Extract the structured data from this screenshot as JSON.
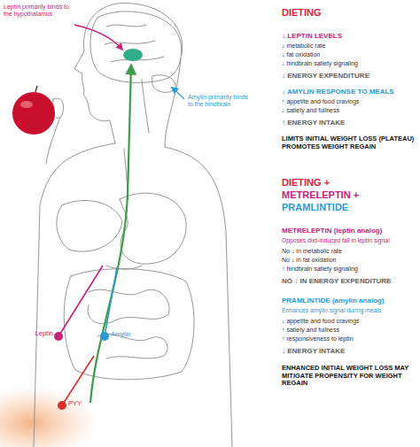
{
  "diagram": {
    "labels": [
      "Leptin primarily binds to the hypothalamus",
      "Amylin primarily binds to the hindbrain",
      "Leptin",
      "Amylin",
      "PYY",
      "DIETING",
      "↓ LEPTIN LEVELS",
      "↓ metabolic rate",
      "↓ fat oxidation",
      "↓ hindbrain satiety signaling",
      "↓ ENERGY EXPENDITURE",
      "↓ AMYLIN RESPONSE TO MEALS",
      "↑ appetite and food cravings",
      "↓ satiety and fullness",
      "↑ ENERGY INTAKE",
      "LIMITS INITIAL WEIGHT LOSS (PLATEAU) PROMOTES WEIGHT REGAIN",
      "DIETING +",
      "METRELEPTIN +",
      "PRAMLINTIDE",
      "METRELEPTIN (leptin analog)",
      "Opposes diet-induced fall in leptin signal",
      "No ↓ in metabolic rate",
      "No ↓ in fat oxidation",
      "↑ hindbrain satiety signaling",
      "NO ↓ IN ENERGY EXPENDITURE",
      "PRAMLINTIDE (amylin analog)",
      "Enhances amylin signal during meals",
      "↓ appetite and food cravings",
      "↑ satiety and fullness",
      "↑ responsiveness to leptin",
      "↓ ENERGY INTAKE",
      "ENHANCED INITIAL WEIGHT LOSS MAY MITIGATE PROPENSITY FOR WEIGHT REGAIN"
    ]
  }
}
